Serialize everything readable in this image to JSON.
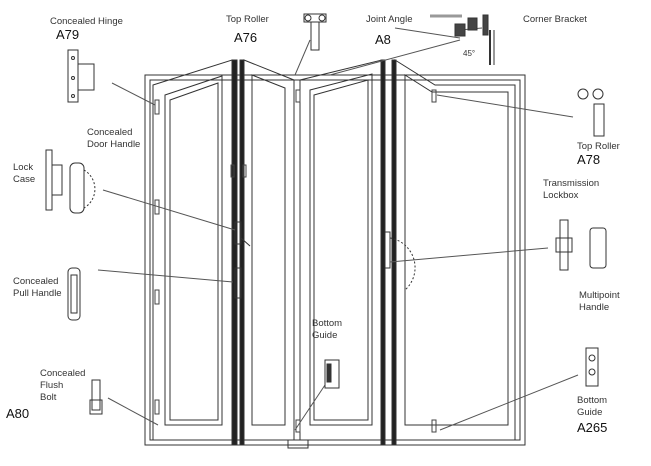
{
  "labels": {
    "concealed_hinge": {
      "name": "Concealed Hinge",
      "code": "A79"
    },
    "top_roller_left": {
      "name": "Top Roller",
      "code": "A76"
    },
    "joint_angle": {
      "name": "Joint Angle",
      "code": "A8",
      "angle": "45°"
    },
    "corner_bracket": {
      "name": "Corner Bracket"
    },
    "top_roller_right": {
      "name": "Top Roller",
      "code": "A78"
    },
    "transmission_lockbox": {
      "line1": "Transmission",
      "line2": "Lockbox"
    },
    "concealed_door_handle": {
      "line1": "Concealed",
      "line2": "Door Handle"
    },
    "lock_case": {
      "line1": "Lock",
      "line2": "Case"
    },
    "concealed_pull_handle": {
      "line1": "Concealed",
      "line2": "Pull Handle"
    },
    "bottom_guide_center": {
      "line1": "Bottom",
      "line2": "Guide"
    },
    "multipoint_handle": {
      "line1": "Multipoint",
      "line2": "Handle"
    },
    "concealed_flush_bolt": {
      "line1": "Concealed",
      "line2": "Flush",
      "line3": "Bolt",
      "code": "A80"
    },
    "bottom_guide_right": {
      "line1": "Bottom",
      "line2": "Guide",
      "code": "A265"
    }
  }
}
